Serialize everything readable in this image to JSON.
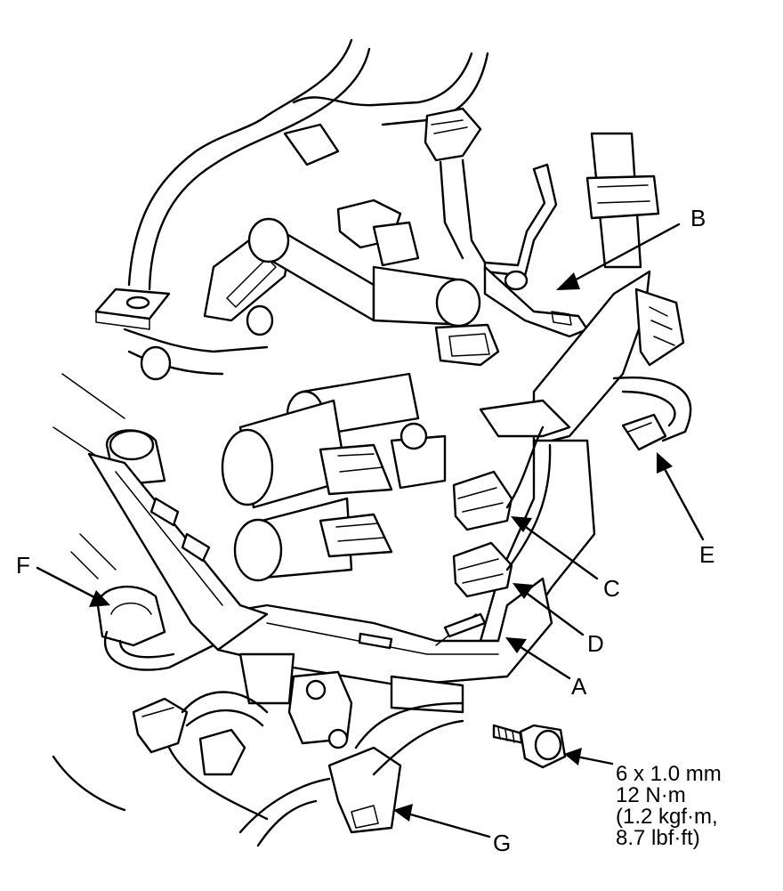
{
  "callouts": {
    "A": "A",
    "B": "B",
    "C": "C",
    "D": "D",
    "E": "E",
    "F": "F",
    "G": "G"
  },
  "bolt_spec": {
    "size": "6 x 1.0 mm",
    "torque_nm": "12 N·m",
    "torque_kgf": "(1.2 kgf·m,",
    "torque_lbf": "8.7 lbf·ft)"
  }
}
